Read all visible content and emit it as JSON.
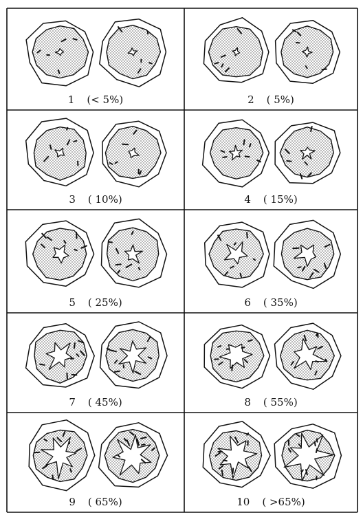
{
  "panels": [
    {
      "number": "1",
      "percent": "(< 5%)",
      "severity": 0.04
    },
    {
      "number": "2",
      "percent": "( 5%)",
      "severity": 0.05
    },
    {
      "number": "3",
      "percent": "( 10%)",
      "severity": 0.1
    },
    {
      "number": "4",
      "percent": "( 15%)",
      "severity": 0.15
    },
    {
      "number": "5",
      "percent": "( 25%)",
      "severity": 0.25
    },
    {
      "number": "6",
      "percent": "( 35%)",
      "severity": 0.35
    },
    {
      "number": "7",
      "percent": "( 45%)",
      "severity": 0.45
    },
    {
      "number": "8",
      "percent": "( 55%)",
      "severity": 0.55
    },
    {
      "number": "9",
      "percent": "( 65%)",
      "severity": 0.65
    },
    {
      "number": "10",
      "percent": "( >65%)",
      "severity": 0.75
    }
  ],
  "colors": {
    "line": "#111111",
    "paper": "#ffffff",
    "stipple": "#bdbdbd"
  }
}
